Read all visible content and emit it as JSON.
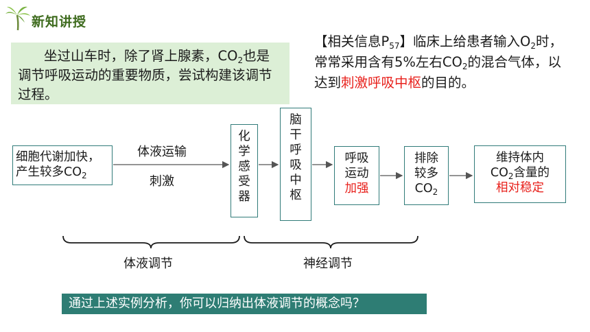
{
  "header": {
    "section_title": "新知讲授"
  },
  "question": {
    "text_a": "坐过山车时，除了肾上腺素，CO",
    "sub_a": "2",
    "text_b": "也是调节呼吸运动的重要物质，尝试构建该调节过程。"
  },
  "info": {
    "prefix": "【相关信息P",
    "prefix_sub": "57",
    "part1": "】临床上给患者输入O",
    "part1_sub": "2",
    "part2": "时，常常采用含有5%左右CO",
    "part2_sub": "2",
    "part3": "的混合气体，以达到",
    "highlight": "刺激呼吸中枢",
    "part4": "的目的。"
  },
  "flow": {
    "box1_line1": "细胞代谢加快，",
    "box1_line2": "产生较多CO",
    "box1_sub": "2",
    "label_top": "体液运输",
    "label_bottom": "刺激",
    "box2_chars": [
      "化",
      "学",
      "感",
      "受",
      "器"
    ],
    "box3_chars": [
      "脑",
      "干",
      "呼",
      "吸",
      "中",
      "枢"
    ],
    "box4_line1": "呼吸",
    "box4_line2": "运动",
    "box4_line3": "加强",
    "box5_line1": "排除",
    "box5_line2": "较多",
    "box5_line3": "CO",
    "box5_sub": "2",
    "box6_line1": "维持体内",
    "box6_line2a": "CO",
    "box6_sub": "2",
    "box6_line2b": "含量的",
    "box6_line3": "相对稳定",
    "bracket_left_label": "体液调节",
    "bracket_right_label": "神经调节"
  },
  "footer": {
    "question": "通过上述实例分析，你可以归纳出体液调节的概念吗？"
  },
  "colors": {
    "accent_green": "#2e7d74",
    "highlight_red": "#e8211c",
    "box_fill": "#dcefd6"
  }
}
